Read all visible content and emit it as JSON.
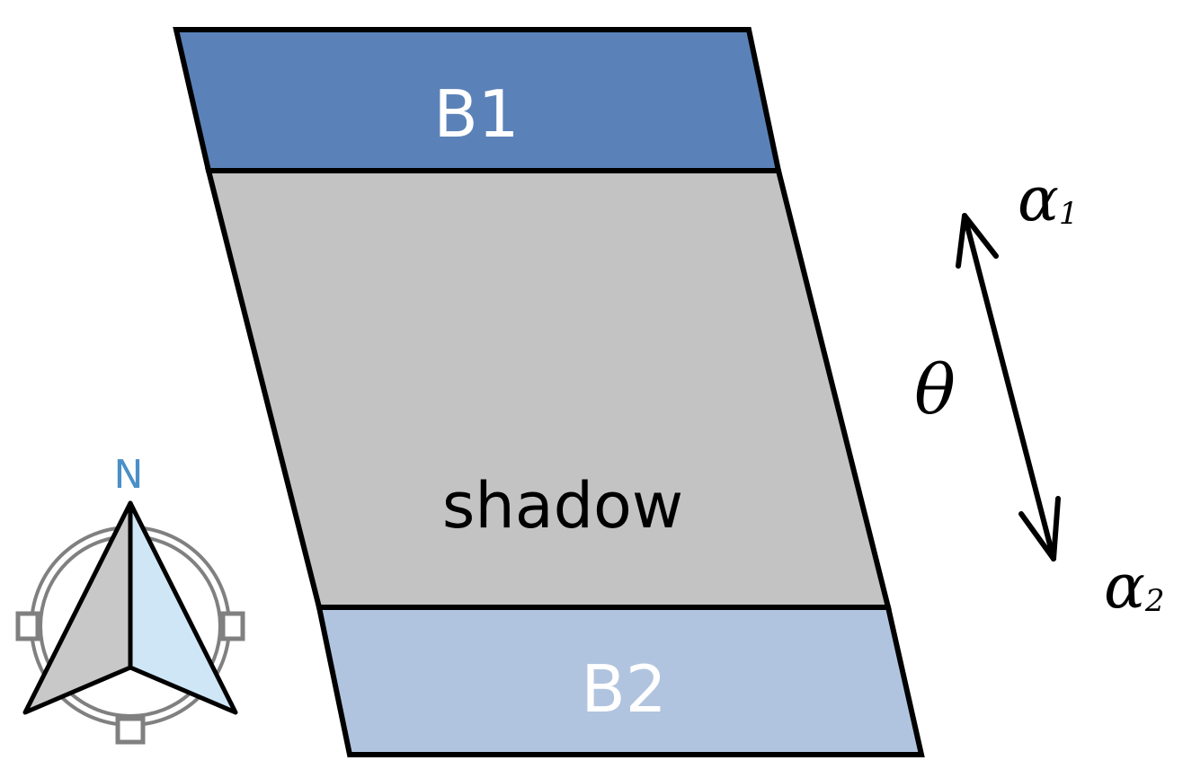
{
  "regions": {
    "top": {
      "label": "B1",
      "fill": "#5b82b8",
      "text_color": "#ffffff"
    },
    "middle": {
      "label": "shadow",
      "fill": "#c3c3c3",
      "text_color": "#000000"
    },
    "bottom": {
      "label": "B2",
      "fill": "#b1c4df",
      "text_color": "#ffffff"
    }
  },
  "outline_color": "#000000",
  "arrow": {
    "start_label": "α",
    "start_subscript": "1",
    "end_label": "α",
    "end_subscript": "2",
    "angle_label": "θ"
  },
  "north_arrow": {
    "label": "N",
    "label_color": "#4a8fc7",
    "left_fill": "#c8c8c8",
    "right_fill": "#cfe6f6",
    "ring_color": "#808080"
  }
}
